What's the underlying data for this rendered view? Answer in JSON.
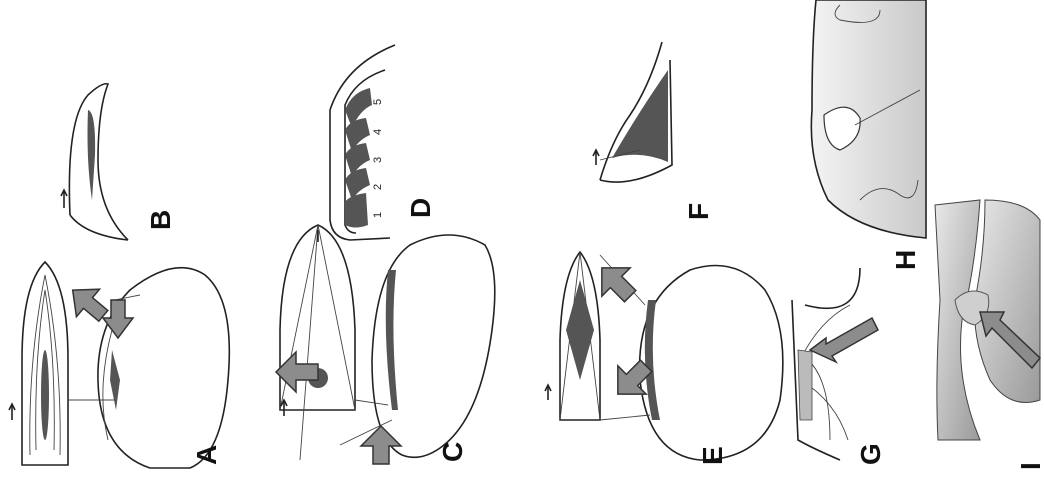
{
  "panels": [
    {
      "id": "A",
      "label": "A"
    },
    {
      "id": "B",
      "label": "B"
    },
    {
      "id": "C",
      "label": "C"
    },
    {
      "id": "D",
      "label": "D"
    },
    {
      "id": "E",
      "label": "E"
    },
    {
      "id": "F",
      "label": "F"
    },
    {
      "id": "G",
      "label": "G"
    },
    {
      "id": "H",
      "label": "H"
    },
    {
      "id": "I",
      "label": "I"
    }
  ],
  "panel_d_numbers": [
    "1",
    "2",
    "3",
    "4",
    "5"
  ],
  "colors": {
    "ink": "#222222",
    "arrow_fill": "#8c8c8c",
    "shade": "#d9d9d9"
  }
}
